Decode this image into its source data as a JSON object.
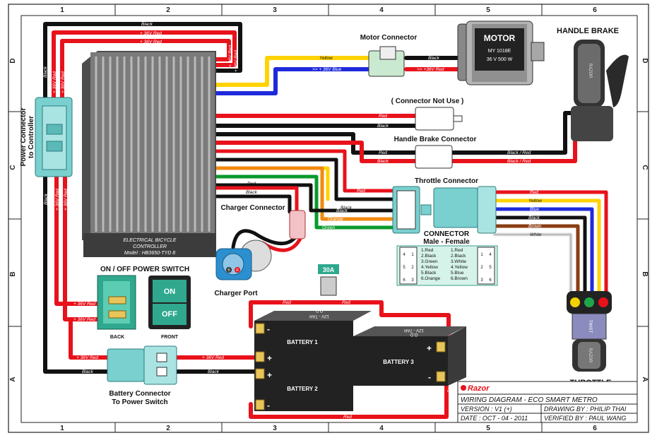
{
  "grid": {
    "columns": [
      "1",
      "2",
      "3",
      "4",
      "5",
      "6"
    ],
    "rows": [
      "D",
      "C",
      "B",
      "A"
    ]
  },
  "title_block": {
    "brand": "Razor",
    "title": "WIRING DIAGRAM - ECO SMART METRO",
    "version": "VERSION : V1 (+)",
    "drawing_by": "DRAWING BY : PHILIP THAI",
    "date": "DATE : OCT - 04 - 2011",
    "verified_by": "VERIFIED BY : PAUL WANG"
  },
  "components": {
    "motor_connector": "Motor Connector",
    "motor_title": "MOTOR",
    "motor_model": "MY 1018E",
    "motor_spec": "36 V 500 W",
    "handle_brake": "HANDLE BRAKE",
    "brake_lever_text": "RAZOR",
    "connector_not_use": "( Connector Not Use )",
    "handle_brake_connector": "Handle Brake Connector",
    "throttle_connector": "Throttle Connector",
    "power_connector": "Power Connector",
    "power_connector_2": "to Controller",
    "controller_1": "ELECTRICAL BICYCLE",
    "controller_2": "CONTROLLER",
    "controller_3": "Model : HB3650-TYD 8",
    "charger_connector": "Charger Connector",
    "charger_port": "Charger Port",
    "charger_pin_b": "B",
    "charger_pin_r": "R",
    "switch_title": "ON / OFF POWER SWITCH",
    "switch_on": "ON",
    "switch_off": "OFF",
    "switch_back": "BACK",
    "switch_front": "FRONT",
    "fuse": "30A",
    "battery1": "BATTERY 1",
    "battery2": "BATTERY 2",
    "battery3": "BATTERY 3",
    "battery_spec": "12V - 7AH",
    "battery_od": "O.D",
    "battery_connector": "Battery Connector",
    "battery_connector_2": "To Power Switch",
    "throttle": "THROTTLE",
    "throttle_twist": "TWIST",
    "throttle_grip_text": "RAZOR",
    "plus": "+",
    "minus": "-"
  },
  "connector_table": {
    "title": "CONNECTOR",
    "subtitle": "Male  -  Female",
    "male": [
      "1.Red",
      "2.Black",
      "3.Green",
      "4.Yellow",
      "5.Black",
      "6.Orange"
    ],
    "female": [
      "1.Red",
      "2.Black",
      "3.White",
      "4.Yellow",
      "5.Blue",
      "6.Brown"
    ],
    "pins_left": [
      "4",
      "1",
      "5",
      "2",
      "6",
      "3"
    ],
    "pins_right": [
      "1",
      "4",
      "2",
      "5",
      "3",
      "6"
    ]
  },
  "wire_labels": {
    "black": "Black",
    "red": "Red",
    "red36": "+ 36V Red",
    "yellow": "Yellow",
    "blue36": ">> + 36V Blue",
    "red36_motor": ">> +36V Red",
    "black_red": "Black / Red",
    "green": "Green",
    "orange": "Orange",
    "white": "White",
    "blue": "Blue",
    "brown": "Brown"
  },
  "colors": {
    "red": "#e8121b",
    "black": "#111111",
    "yellow": "#ffd200",
    "blue": "#1e2adb",
    "green": "#0a9a2c",
    "orange": "#f08a10",
    "brown": "#8a3d12",
    "white": "#f4f4f4",
    "connector": "#79d0cf",
    "controller": "#6d6d6d"
  }
}
